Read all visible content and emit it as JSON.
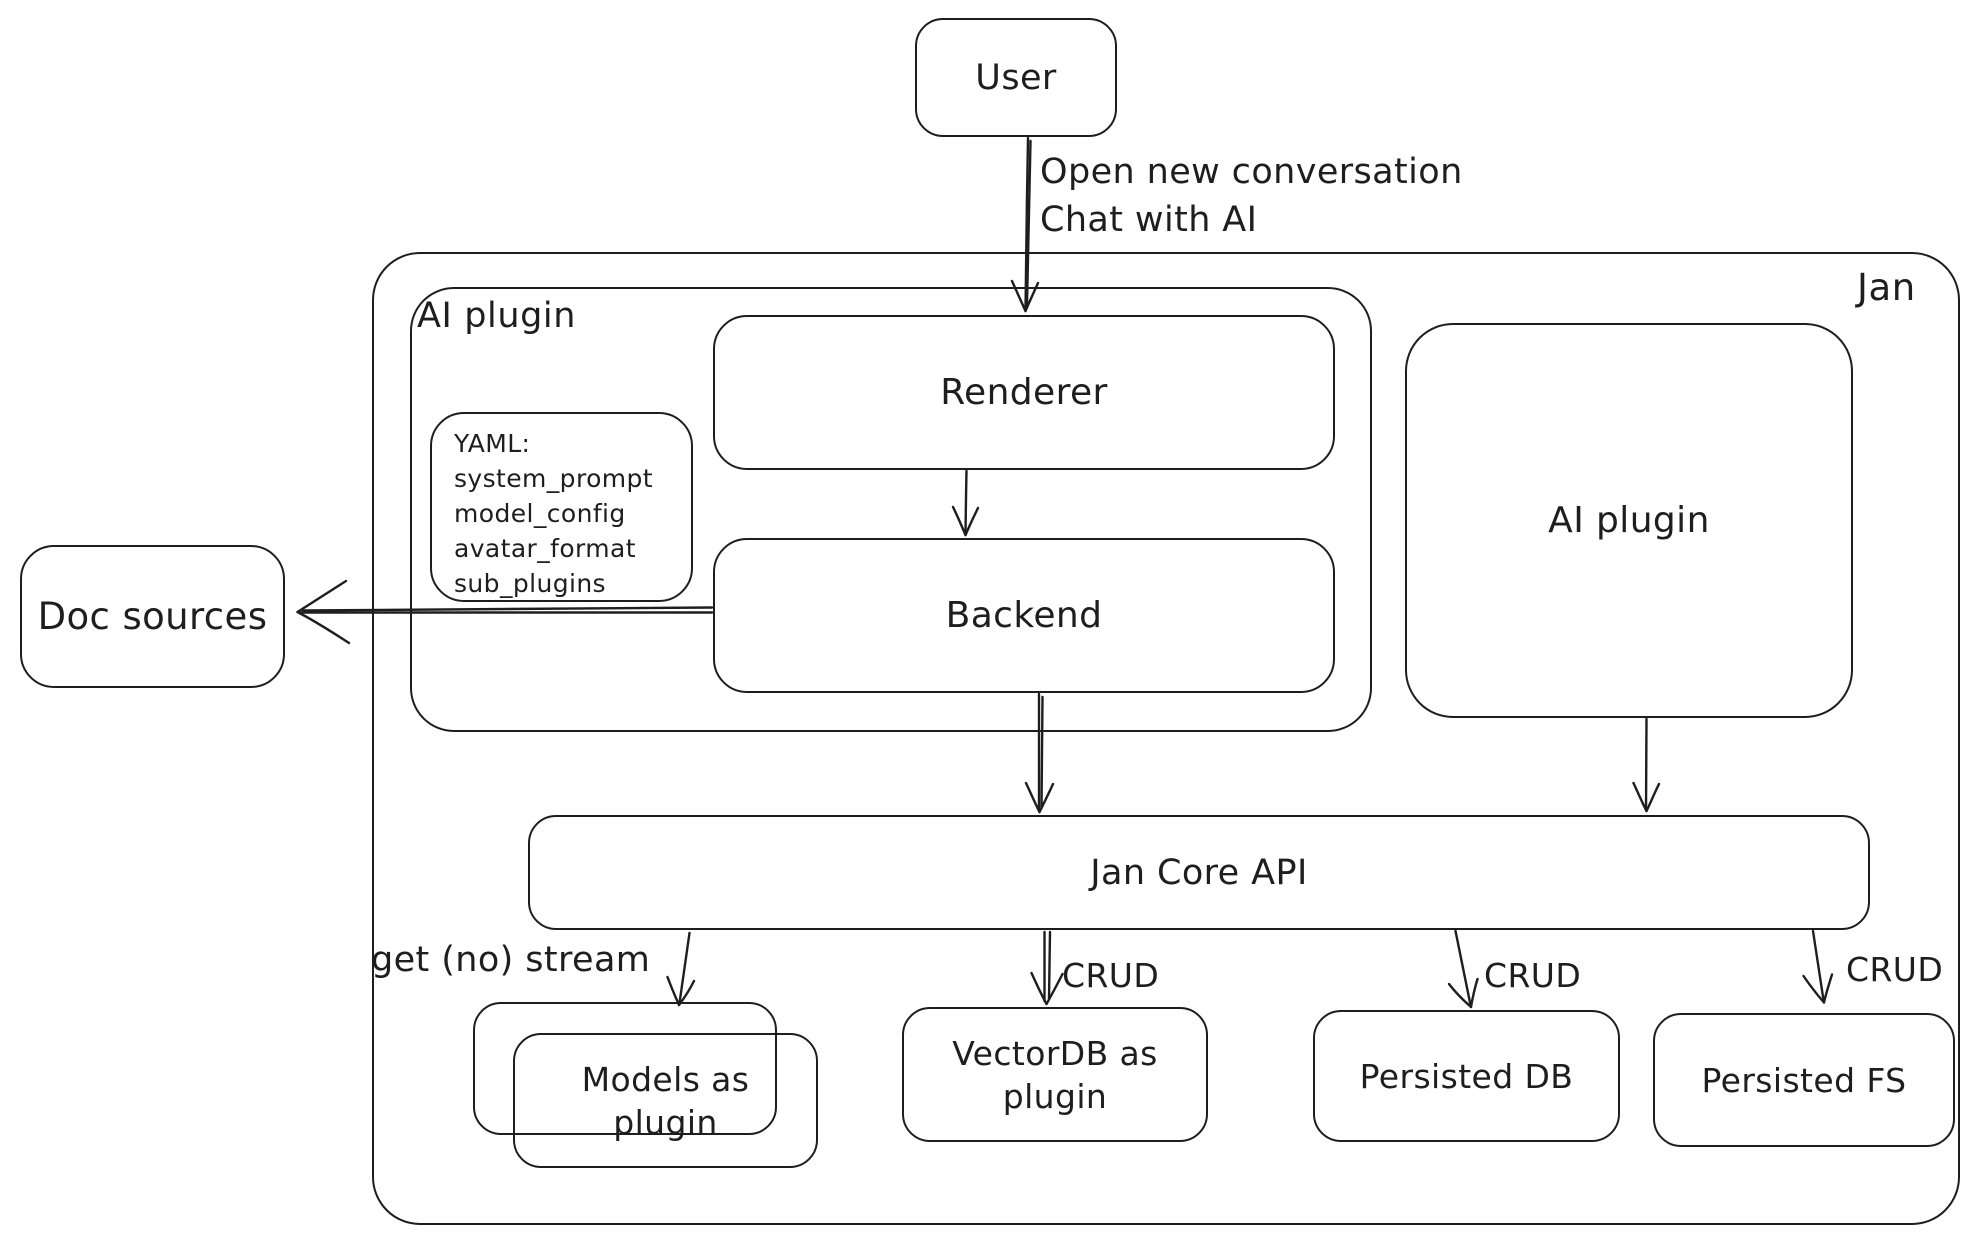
{
  "colors": {
    "stroke": "#1e1e1e",
    "background": "#ffffff"
  },
  "window": {
    "outer_label": "Jan"
  },
  "nodes": {
    "user": {
      "label": "User"
    },
    "ai_plugin_container": {
      "label": "AI plugin"
    },
    "renderer": {
      "label": "Renderer"
    },
    "backend": {
      "label": "Backend"
    },
    "yaml_note": {
      "lines": [
        "YAML:",
        "system_prompt",
        "model_config",
        "avatar_format",
        "sub_plugins"
      ]
    },
    "ai_plugin_right": {
      "label": "AI plugin"
    },
    "doc_sources": {
      "label": "Doc sources"
    },
    "jan_core_api": {
      "label": "Jan Core API"
    },
    "models_as_plugin": {
      "lines": [
        "Models as",
        "plugin"
      ]
    },
    "vectordb_as_plugin": {
      "lines": [
        "VectorDB as",
        "plugin"
      ]
    },
    "persisted_db": {
      "label": "Persisted DB"
    },
    "persisted_fs": {
      "label": "Persisted FS"
    }
  },
  "edges": {
    "user_to_renderer": {
      "label_lines": [
        "Open new conversation",
        "Chat with AI"
      ]
    },
    "jan_core_to_models": {
      "label": "get (no) stream"
    },
    "jan_core_to_vectordb": {
      "label": "CRUD"
    },
    "jan_core_to_persisted_db": {
      "label": "CRUD"
    },
    "jan_core_to_persisted_fs": {
      "label": "CRUD"
    }
  }
}
